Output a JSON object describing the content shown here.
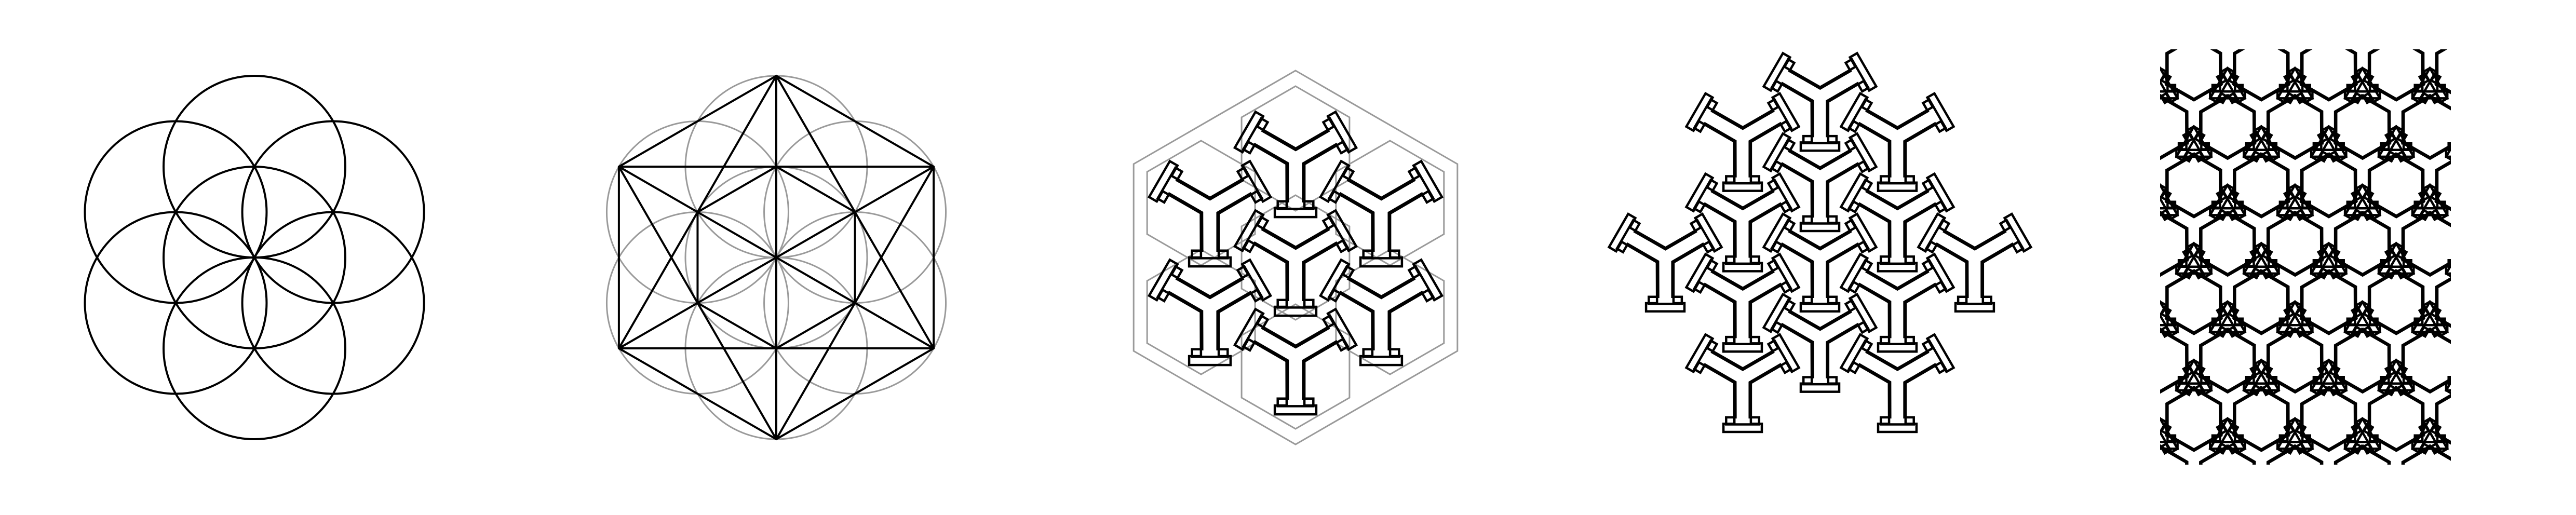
{
  "figure": {
    "panels": [
      {
        "id": "seed-of-life",
        "stroke": "#000000"
      },
      {
        "id": "hexagon-construction",
        "stroke": "#000000",
        "guide": "#9a9a9a"
      },
      {
        "id": "overlapping-tiles",
        "stroke": "#000000",
        "guide": "#9a9a9a"
      },
      {
        "id": "y-motif-cluster",
        "stroke": "#000000"
      },
      {
        "id": "y-motif-tiling",
        "stroke": "#000000"
      }
    ],
    "background": "#ffffff"
  }
}
